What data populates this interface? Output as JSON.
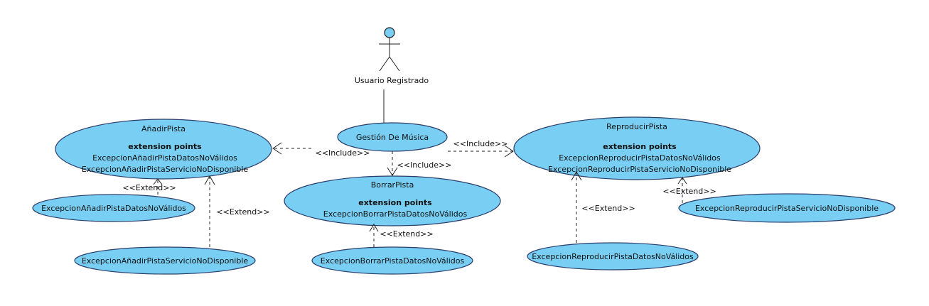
{
  "actor": {
    "name": "Usuario Registrado"
  },
  "use_cases": {
    "gestion": {
      "name": "Gestión De Música"
    },
    "anadir": {
      "name": "AñadirPista",
      "ext_header": "extension points",
      "ext1": "ExcepcionAñadirPistaDatosNoVálidos",
      "ext2": "ExcepcionAñadirPistaServicioNoDisponible"
    },
    "borrar": {
      "name": "BorrarPista",
      "ext_header": "extension points",
      "ext1": "ExcepcionBorrarPistaDatosNoVálidos"
    },
    "reproducir": {
      "name": "ReproducirPista",
      "ext_header": "extension points",
      "ext1": "ExcepcionReproducirPistaDatosNoVálidos",
      "ext2": "ExcepcionReproducirPistaServicioNoDisponible"
    },
    "exc_anadir_datos": {
      "name": "ExcepcionAñadirPistaDatosNoVálidos"
    },
    "exc_anadir_servicio": {
      "name": "ExcepcionAñadirPistaServicioNoDisponible"
    },
    "exc_borrar_datos": {
      "name": "ExcepcionBorrarPistaDatosNoVálidos"
    },
    "exc_repro_datos": {
      "name": "ExcepcionReproducirPistaDatosNoVálidos"
    },
    "exc_repro_servicio": {
      "name": "ExcepcionReproducirPistaServicioNoDisponible"
    }
  },
  "labels": {
    "include_anadir": "<<Include>>",
    "include_borrar": "<<Include>>",
    "include_repro": "<<Include>>",
    "extend_anadir_datos": "<<Extend>>",
    "extend_anadir_servicio": "<<Extend>>",
    "extend_borrar_datos": "<<Extend>>",
    "extend_repro_datos": "<<Extend>>",
    "extend_repro_servicio": "<<Extend>>"
  },
  "colors": {
    "use_case_fill": "#79cff3",
    "use_case_stroke": "#2a3d6b"
  }
}
